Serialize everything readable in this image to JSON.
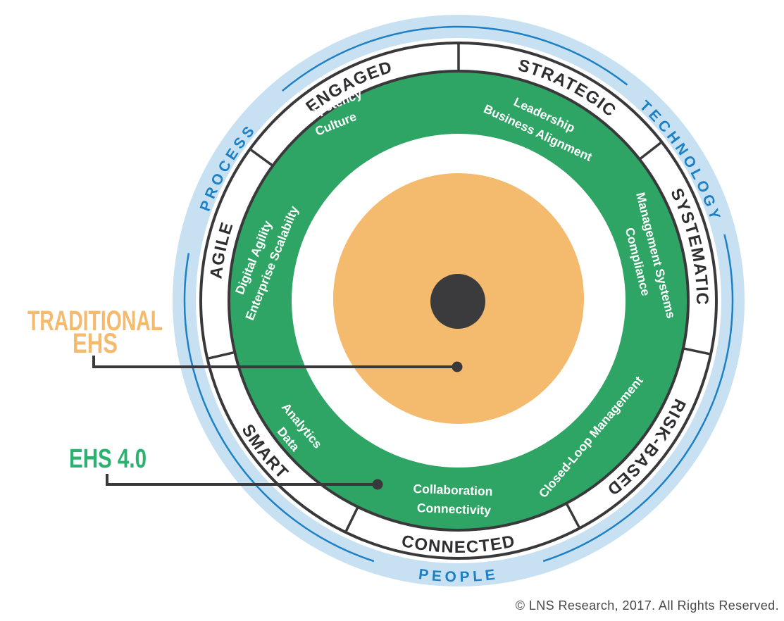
{
  "colors": {
    "light_blue_ring": "#c7e1f3",
    "blue_accent": "#1e80c4",
    "green_ring": "#2fa565",
    "green_label": "#2bb271",
    "orange_circle": "#f4bb6f",
    "dark_gray": "#39393b",
    "label_black": "#2e2e30",
    "white": "#ffffff"
  },
  "outer_ring": {
    "process": "PROCESS",
    "technology": "TECHNOLOGY",
    "people": "PEOPLE"
  },
  "maturity_ring": {
    "engaged": "ENGAGED",
    "strategic": "STRATEGIC",
    "systematic": "SYSTEMATIC",
    "risk_based": "RISK-BASED",
    "connected": "CONNECTED",
    "smart": "SMART",
    "agile": "AGILE"
  },
  "capability_ring": {
    "competency": {
      "line1": "Competency",
      "line2": "Culture"
    },
    "leadership": {
      "line1": "Leadership",
      "line2": "Business Alignment"
    },
    "management": {
      "line1": "Management Systems",
      "line2": "Compliance"
    },
    "closed_loop": {
      "line1": "Closed-Loop Management"
    },
    "collaboration": {
      "line1": "Collaboration",
      "line2": "Connectivity"
    },
    "analytics": {
      "line1": "Analytics",
      "line2": "Data"
    },
    "digital": {
      "line1": "Digital Agility",
      "line2": "Enterprise Scalabilty"
    }
  },
  "annotations": {
    "traditional_ehs": {
      "line1": "TRADITIONAL",
      "line2": "EHS"
    },
    "ehs_40": {
      "label": "EHS 4.0"
    }
  },
  "footer": {
    "copyright": "© LNS Research, 2017. All Rights Reserved."
  }
}
